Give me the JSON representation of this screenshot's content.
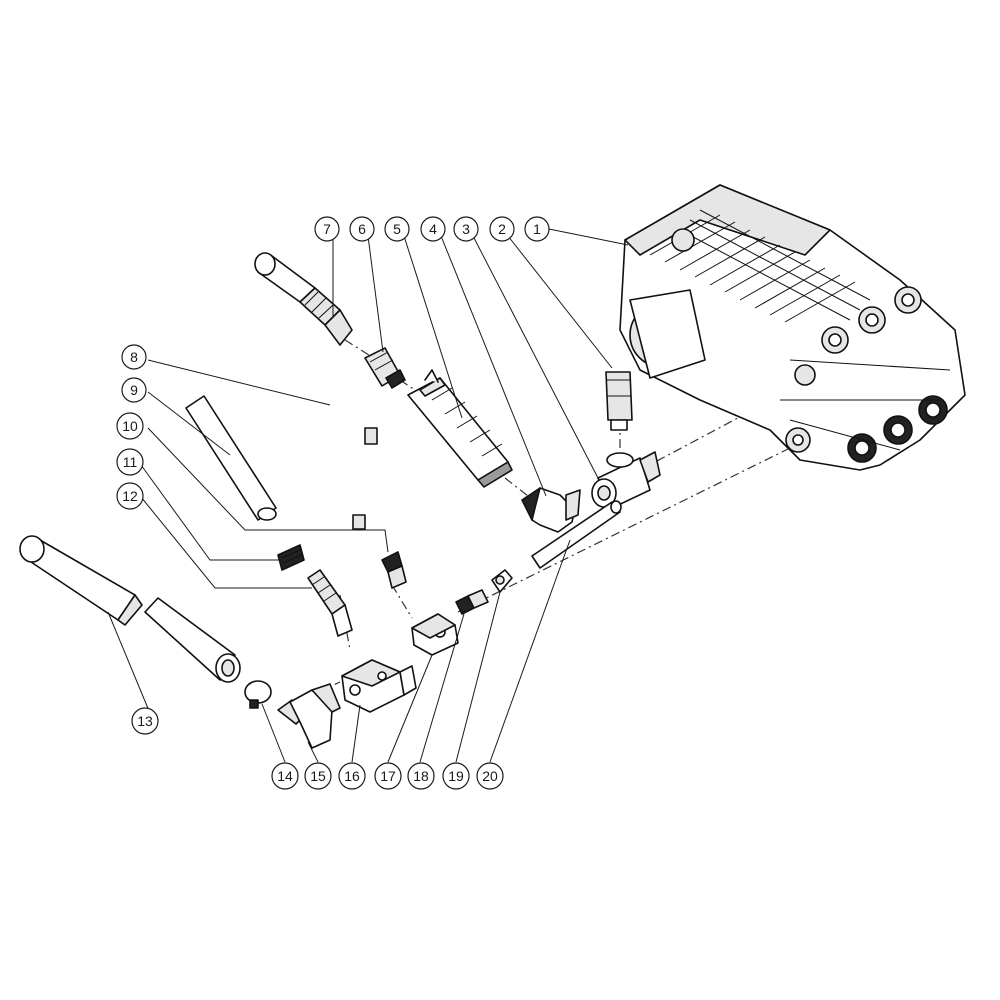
{
  "callouts": [
    {
      "id": "part-1",
      "label": "1"
    },
    {
      "id": "part-2",
      "label": "2"
    },
    {
      "id": "part-3",
      "label": "3"
    },
    {
      "id": "part-4",
      "label": "4"
    },
    {
      "id": "part-5",
      "label": "5"
    },
    {
      "id": "part-6",
      "label": "6"
    },
    {
      "id": "part-7",
      "label": "7"
    },
    {
      "id": "part-8",
      "label": "8"
    },
    {
      "id": "part-9",
      "label": "9"
    },
    {
      "id": "part-10",
      "label": "10"
    },
    {
      "id": "part-11",
      "label": "11"
    },
    {
      "id": "part-12",
      "label": "12"
    },
    {
      "id": "part-13",
      "label": "13"
    },
    {
      "id": "part-14",
      "label": "14"
    },
    {
      "id": "part-15",
      "label": "15"
    },
    {
      "id": "part-16",
      "label": "16"
    },
    {
      "id": "part-17",
      "label": "17"
    },
    {
      "id": "part-18",
      "label": "18"
    },
    {
      "id": "part-19",
      "label": "19"
    },
    {
      "id": "part-20",
      "label": "20"
    }
  ]
}
